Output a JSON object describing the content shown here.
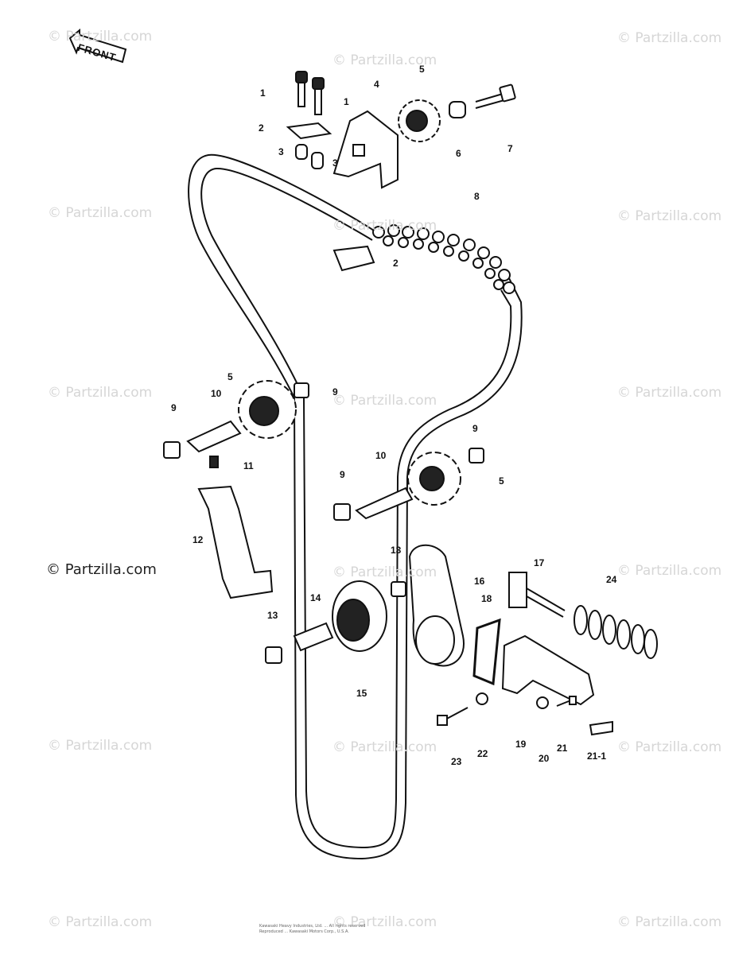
{
  "watermark": "© Partzilla.com",
  "watermark_main": "© Partzilla.com",
  "front_label": "FRONT",
  "callouts": [
    "1",
    "1",
    "2",
    "3",
    "3",
    "4",
    "5",
    "6",
    "7",
    "8",
    "2",
    "5",
    "9",
    "9",
    "10",
    "9",
    "11",
    "12",
    "9",
    "10",
    "5",
    "13",
    "16",
    "18",
    "17",
    "24",
    "13",
    "14",
    "15",
    "23",
    "22",
    "19",
    "20",
    "21",
    "21-1"
  ],
  "footer": {
    "line1": "Kawasaki Heavy Industries, Ltd. ... All rights reserved",
    "line2": "Reproduced ... Kawasaki Motors Corp., U.S.A."
  }
}
